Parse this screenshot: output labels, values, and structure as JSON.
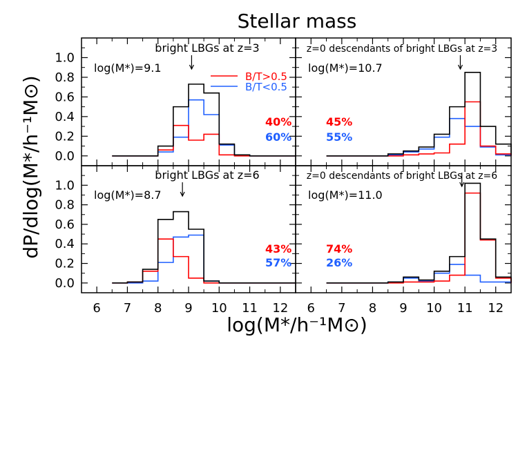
{
  "figure": {
    "title": "Stellar mass",
    "xlabel": "log(M*/h⁻¹M⊙)",
    "ylabel": "dP/dlog(M*/h⁻¹M⊙)"
  },
  "colors": {
    "total": "#000000",
    "bt_high": "#ff0000",
    "bt_low": "#1f5fff"
  },
  "legend": {
    "items": [
      "B/T>0.5",
      "B/T<0.5"
    ]
  },
  "chart_data": [
    {
      "type": "histogram",
      "panel": "top-left",
      "title": "bright LBGs at z=3",
      "mean_label": "log(M*)=9.1",
      "arrow_x": 9.1,
      "pct_high": "40%",
      "pct_low": "60%",
      "bin_edges": [
        6.5,
        7.0,
        7.5,
        8.0,
        8.5,
        9.0,
        9.5,
        10.0,
        10.5,
        11.0,
        11.5,
        12.0,
        12.5
      ],
      "series": [
        {
          "name": "total",
          "values": [
            0,
            0,
            0,
            0.1,
            0.5,
            0.73,
            0.64,
            0.12,
            0.01,
            0,
            0,
            0
          ]
        },
        {
          "name": "B/T>0.5",
          "values": [
            0,
            0,
            0,
            0.06,
            0.31,
            0.16,
            0.22,
            0.01,
            0,
            0,
            0,
            0
          ]
        },
        {
          "name": "B/T<0.5",
          "values": [
            0,
            0,
            0,
            0.04,
            0.19,
            0.57,
            0.42,
            0.11,
            0.01,
            0,
            0,
            0
          ]
        }
      ],
      "xlim": [
        5.5,
        12.5
      ],
      "ylim": [
        -0.1,
        1.2
      ]
    },
    {
      "type": "histogram",
      "panel": "top-right",
      "title": "z=0 descendants of bright LBGs at z=3",
      "mean_label": "log(M*)=10.7",
      "arrow_x": 10.85,
      "pct_high": "45%",
      "pct_low": "55%",
      "bin_edges": [
        6.5,
        7.0,
        7.5,
        8.0,
        8.5,
        9.0,
        9.5,
        10.0,
        10.5,
        11.0,
        11.5,
        12.0,
        12.5
      ],
      "series": [
        {
          "name": "total",
          "values": [
            0,
            0,
            0,
            0,
            0.02,
            0.05,
            0.09,
            0.22,
            0.5,
            0.85,
            0.3,
            0.12
          ]
        },
        {
          "name": "B/T>0.5",
          "values": [
            0,
            0,
            0,
            0,
            0,
            0.01,
            0.02,
            0.03,
            0.12,
            0.55,
            0.1,
            0.02
          ]
        },
        {
          "name": "B/T<0.5",
          "values": [
            0,
            0,
            0,
            0,
            0.01,
            0.04,
            0.07,
            0.19,
            0.38,
            0.3,
            0.09,
            0.01
          ]
        }
      ],
      "xlim": [
        5.5,
        12.5
      ],
      "ylim": [
        -0.1,
        1.2
      ]
    },
    {
      "type": "histogram",
      "panel": "bottom-left",
      "title": "bright LBGs at z=6",
      "mean_label": "log(M*)=8.7",
      "arrow_x": 8.8,
      "pct_high": "43%",
      "pct_low": "57%",
      "bin_edges": [
        6.5,
        7.0,
        7.5,
        8.0,
        8.5,
        9.0,
        9.5,
        10.0,
        10.5,
        11.0,
        11.5,
        12.0,
        12.5
      ],
      "series": [
        {
          "name": "total",
          "values": [
            0,
            0.01,
            0.14,
            0.65,
            0.73,
            0.55,
            0.02,
            0,
            0,
            0,
            0,
            0
          ]
        },
        {
          "name": "B/T>0.5",
          "values": [
            0,
            0.01,
            0.12,
            0.45,
            0.27,
            0.05,
            0,
            0,
            0,
            0,
            0,
            0
          ]
        },
        {
          "name": "B/T<0.5",
          "values": [
            0,
            0,
            0.02,
            0.21,
            0.47,
            0.49,
            0.02,
            0,
            0,
            0,
            0,
            0
          ]
        }
      ],
      "xlim": [
        5.5,
        12.5
      ],
      "ylim": [
        -0.1,
        1.2
      ]
    },
    {
      "type": "histogram",
      "panel": "bottom-right",
      "title": "z=0 descendants of bright LBGs at z=6",
      "mean_label": "log(M*)=11.0",
      "arrow_x": 10.9,
      "pct_high": "74%",
      "pct_low": "26%",
      "bin_edges": [
        6.5,
        7.0,
        7.5,
        8.0,
        8.5,
        9.0,
        9.5,
        10.0,
        10.5,
        11.0,
        11.5,
        12.0,
        12.5
      ],
      "series": [
        {
          "name": "total",
          "values": [
            0,
            0,
            0,
            0,
            0.01,
            0.06,
            0.03,
            0.12,
            0.27,
            1.02,
            0.45,
            0.06
          ]
        },
        {
          "name": "B/T>0.5",
          "values": [
            0,
            0,
            0,
            0,
            0,
            0.01,
            0.01,
            0.02,
            0.08,
            0.92,
            0.44,
            0.05
          ]
        },
        {
          "name": "B/T<0.5",
          "values": [
            0,
            0,
            0,
            0,
            0.01,
            0.05,
            0.02,
            0.1,
            0.19,
            0.08,
            0.01,
            0.01
          ]
        }
      ],
      "xlim": [
        5.5,
        12.5
      ],
      "ylim": [
        -0.1,
        1.2
      ]
    }
  ]
}
